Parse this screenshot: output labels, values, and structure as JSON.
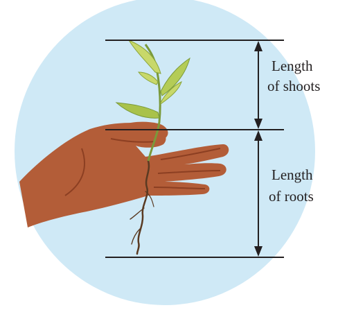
{
  "labels": {
    "shoots": [
      "Length",
      "of shoots"
    ],
    "roots": [
      "Length",
      "of roots"
    ]
  },
  "colors": {
    "background_oval": "#cfe9f6",
    "skin": "#b35d38",
    "skin_shadow": "#8c3f22",
    "root": "#5a3a22",
    "stem": "#7a9a3a",
    "leaf_light": "#c8d86a",
    "leaf_dark": "#8aa53a",
    "measure_line": "#231f20"
  }
}
